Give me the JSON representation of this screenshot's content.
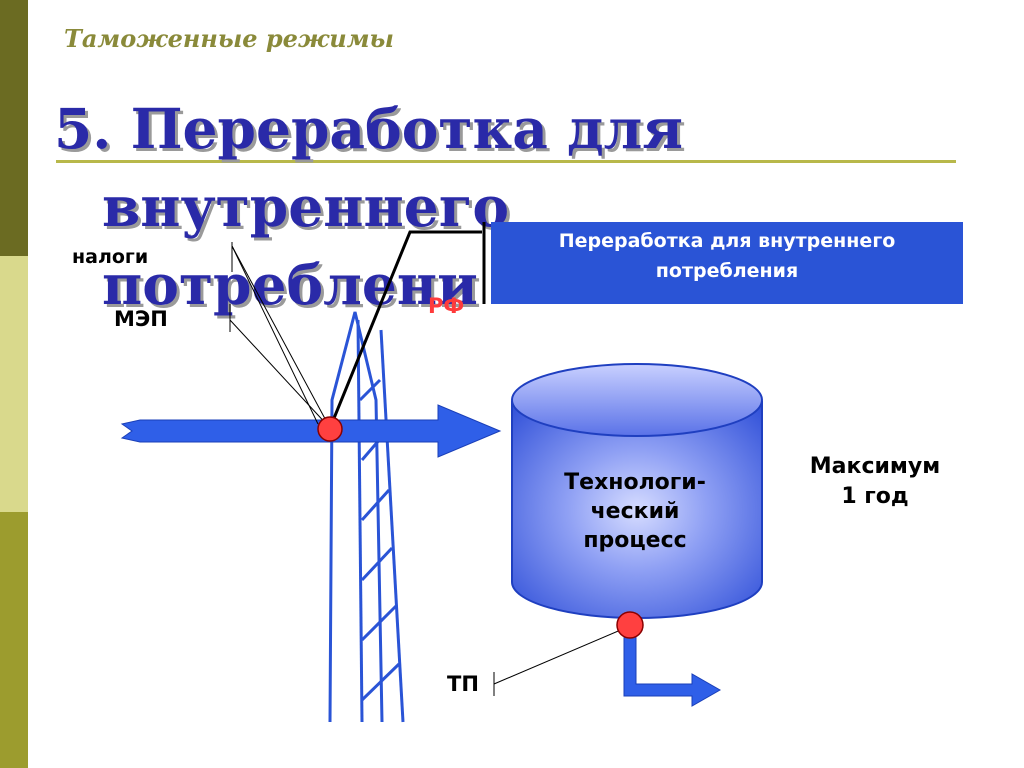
{
  "header": {
    "section_title": "Таможенные режимы",
    "title_line1": "5. Переработка для",
    "title_line2": "внутреннего",
    "title_line3": "потреблени"
  },
  "banner": {
    "line1": "Переработка для внутреннего",
    "line2": "потребления"
  },
  "labels": {
    "taxes": "налоги",
    "mep": "МЭП",
    "rf": "РФ",
    "tp": "ТП",
    "max_line1": "Максимум",
    "max_line2": "1 год"
  },
  "tank": {
    "line1": "Технологи-",
    "line2": "ческий",
    "line3": "процесс"
  },
  "colors": {
    "accent_blue": "#2a54d6",
    "node_red": "#ff3b3b",
    "title_blue": "#2a2aa8",
    "side_bar_olive": "#9c9c2e"
  }
}
